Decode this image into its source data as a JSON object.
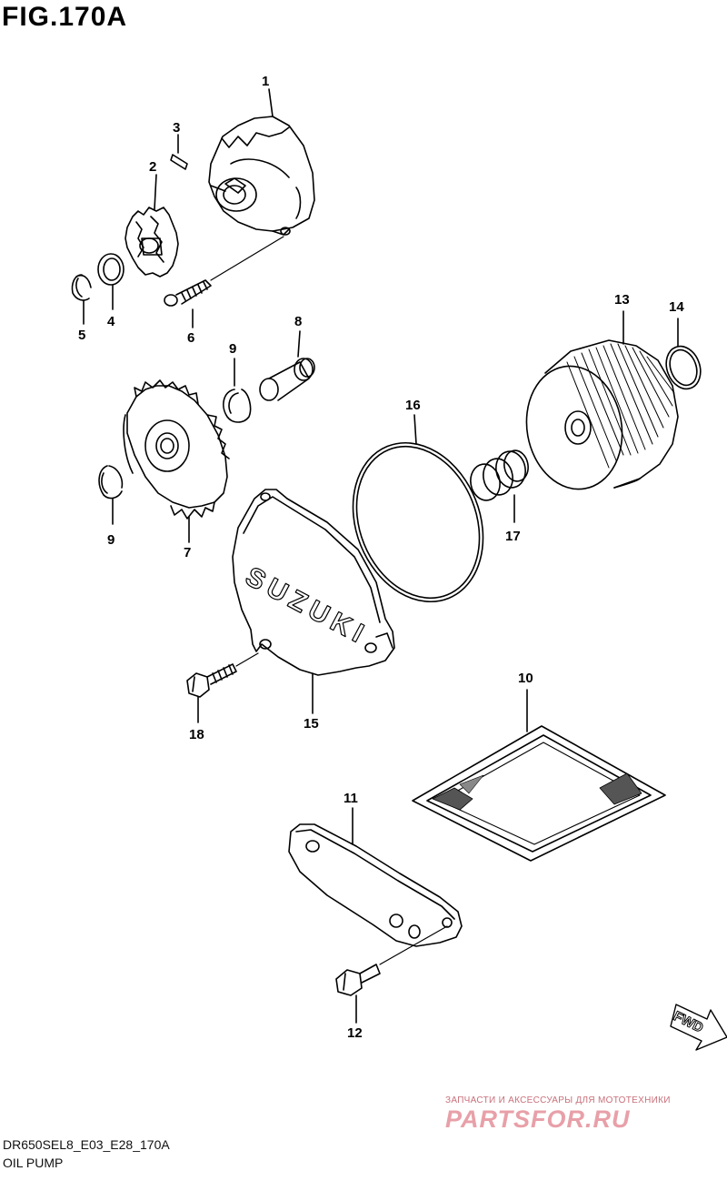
{
  "figure": {
    "title": "FIG.170A",
    "model_code": "DR650SEL8_E03_E28_170A",
    "caption": "OIL PUMP"
  },
  "parts": [
    {
      "number": "1",
      "name": "pump-body"
    },
    {
      "number": "2",
      "name": "pump-gear"
    },
    {
      "number": "3",
      "name": "pin"
    },
    {
      "number": "4",
      "name": "washer"
    },
    {
      "number": "5",
      "name": "circlip"
    },
    {
      "number": "6",
      "name": "screw"
    },
    {
      "number": "7",
      "name": "drive-gear"
    },
    {
      "number": "8",
      "name": "bushing"
    },
    {
      "number": "9",
      "name": "circlip"
    },
    {
      "number": "10",
      "name": "strainer"
    },
    {
      "number": "11",
      "name": "plate"
    },
    {
      "number": "12",
      "name": "bolt"
    },
    {
      "number": "13",
      "name": "oil-filter"
    },
    {
      "number": "14",
      "name": "o-ring"
    },
    {
      "number": "15",
      "name": "cover"
    },
    {
      "number": "16",
      "name": "o-ring"
    },
    {
      "number": "17",
      "name": "spring"
    },
    {
      "number": "18",
      "name": "bolt"
    }
  ],
  "cover_lettering": "SUZUKI",
  "fwd_label": "FWD",
  "watermark": {
    "tagline": "ЗАПЧАСТИ И АКСЕССУАРЫ ДЛЯ МОТОТЕХНИКИ",
    "brand": "PARTSFOR.RU"
  }
}
